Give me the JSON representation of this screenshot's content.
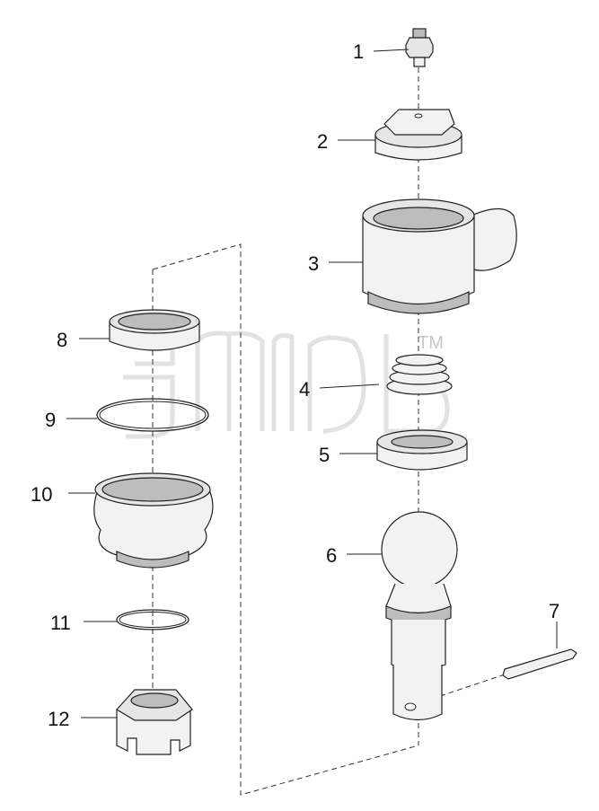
{
  "diagram": {
    "labels": [
      "1",
      "2",
      "3",
      "4",
      "5",
      "6",
      "7",
      "8",
      "9",
      "10",
      "11",
      "12"
    ],
    "watermark_tm": "TM",
    "colors": {
      "line": "#222222",
      "fill": "#e6e6e6",
      "shade": "#bdbdbd",
      "watermark": "#cfcfcf"
    }
  }
}
